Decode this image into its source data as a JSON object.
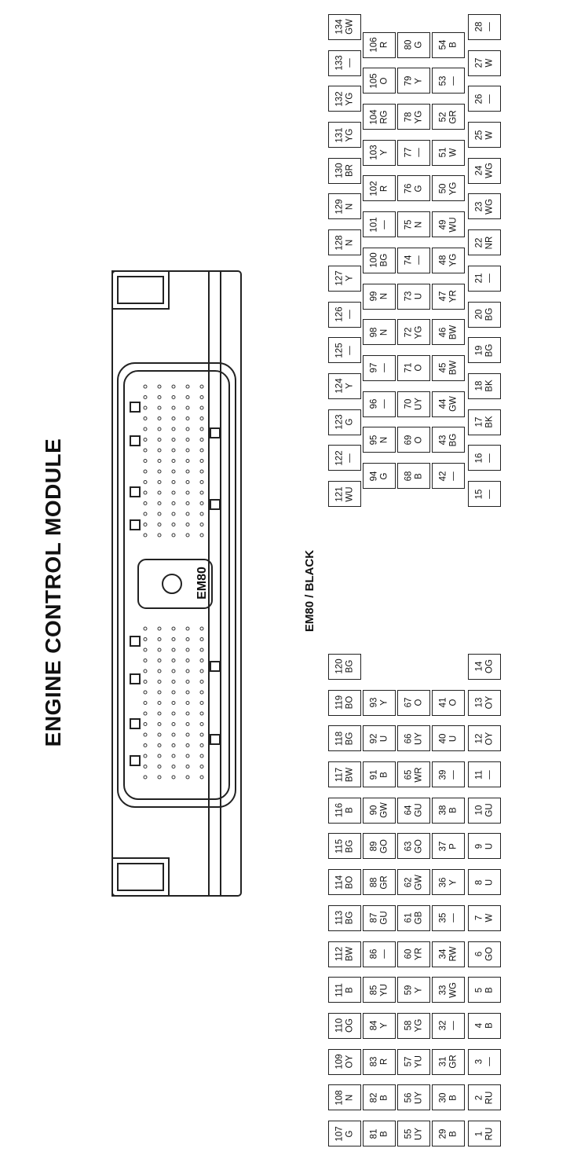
{
  "title": "ENGINE CONTROL MODULE",
  "connector_label": "EM80",
  "subtitle": "EM80 / BLACK",
  "pins": [
    {
      "n": "1",
      "c": "RU"
    },
    {
      "n": "2",
      "c": "RU"
    },
    {
      "n": "3",
      "c": "—"
    },
    {
      "n": "4",
      "c": "B"
    },
    {
      "n": "5",
      "c": "B"
    },
    {
      "n": "6",
      "c": "GO"
    },
    {
      "n": "7",
      "c": "W"
    },
    {
      "n": "8",
      "c": "U"
    },
    {
      "n": "9",
      "c": "U"
    },
    {
      "n": "10",
      "c": "GU"
    },
    {
      "n": "11",
      "c": "—"
    },
    {
      "n": "12",
      "c": "OY"
    },
    {
      "n": "13",
      "c": "OY"
    },
    {
      "n": "14",
      "c": "OG"
    },
    {
      "n": "15",
      "c": "—"
    },
    {
      "n": "16",
      "c": "—"
    },
    {
      "n": "17",
      "c": "BK"
    },
    {
      "n": "18",
      "c": "BK"
    },
    {
      "n": "19",
      "c": "BG"
    },
    {
      "n": "20",
      "c": "BG"
    },
    {
      "n": "21",
      "c": "—"
    },
    {
      "n": "22",
      "c": "NR"
    },
    {
      "n": "23",
      "c": "WG"
    },
    {
      "n": "24",
      "c": "WG"
    },
    {
      "n": "25",
      "c": "W"
    },
    {
      "n": "26",
      "c": "—"
    },
    {
      "n": "27",
      "c": "W"
    },
    {
      "n": "28",
      "c": "—"
    },
    {
      "n": "29",
      "c": "B"
    },
    {
      "n": "30",
      "c": "B"
    },
    {
      "n": "31",
      "c": "GR"
    },
    {
      "n": "32",
      "c": "—"
    },
    {
      "n": "33",
      "c": "WG"
    },
    {
      "n": "34",
      "c": "RW"
    },
    {
      "n": "35",
      "c": "—"
    },
    {
      "n": "36",
      "c": "Y"
    },
    {
      "n": "37",
      "c": "P"
    },
    {
      "n": "38",
      "c": "B"
    },
    {
      "n": "39",
      "c": "—"
    },
    {
      "n": "40",
      "c": "U"
    },
    {
      "n": "41",
      "c": "O"
    },
    {
      "n": "42",
      "c": "—"
    },
    {
      "n": "43",
      "c": "BG"
    },
    {
      "n": "44",
      "c": "GW"
    },
    {
      "n": "45",
      "c": "BW"
    },
    {
      "n": "46",
      "c": "BW"
    },
    {
      "n": "47",
      "c": "YR"
    },
    {
      "n": "48",
      "c": "YG"
    },
    {
      "n": "49",
      "c": "WU"
    },
    {
      "n": "50",
      "c": "YG"
    },
    {
      "n": "51",
      "c": "W"
    },
    {
      "n": "52",
      "c": "GR"
    },
    {
      "n": "53",
      "c": "—"
    },
    {
      "n": "54",
      "c": "B"
    },
    {
      "n": "55",
      "c": "UY"
    },
    {
      "n": "56",
      "c": "UY"
    },
    {
      "n": "57",
      "c": "YU"
    },
    {
      "n": "58",
      "c": "YG"
    },
    {
      "n": "59",
      "c": "Y"
    },
    {
      "n": "60",
      "c": "YR"
    },
    {
      "n": "61",
      "c": "GB"
    },
    {
      "n": "62",
      "c": "GW"
    },
    {
      "n": "63",
      "c": "GO"
    },
    {
      "n": "64",
      "c": "GU"
    },
    {
      "n": "65",
      "c": "WR"
    },
    {
      "n": "66",
      "c": "UY"
    },
    {
      "n": "67",
      "c": "O"
    },
    {
      "n": "68",
      "c": "B"
    },
    {
      "n": "69",
      "c": "O"
    },
    {
      "n": "70",
      "c": "UY"
    },
    {
      "n": "71",
      "c": "O"
    },
    {
      "n": "72",
      "c": "YG"
    },
    {
      "n": "73",
      "c": "U"
    },
    {
      "n": "74",
      "c": "—"
    },
    {
      "n": "75",
      "c": "N"
    },
    {
      "n": "76",
      "c": "G"
    },
    {
      "n": "77",
      "c": "—"
    },
    {
      "n": "78",
      "c": "YG"
    },
    {
      "n": "79",
      "c": "Y"
    },
    {
      "n": "80",
      "c": "G"
    },
    {
      "n": "81",
      "c": "B"
    },
    {
      "n": "82",
      "c": "B"
    },
    {
      "n": "83",
      "c": "R"
    },
    {
      "n": "84",
      "c": "Y"
    },
    {
      "n": "85",
      "c": "YU"
    },
    {
      "n": "86",
      "c": "—"
    },
    {
      "n": "87",
      "c": "GU"
    },
    {
      "n": "88",
      "c": "GR"
    },
    {
      "n": "89",
      "c": "GO"
    },
    {
      "n": "90",
      "c": "GW"
    },
    {
      "n": "91",
      "c": "B"
    },
    {
      "n": "92",
      "c": "U"
    },
    {
      "n": "93",
      "c": "Y"
    },
    {
      "n": "94",
      "c": "G"
    },
    {
      "n": "95",
      "c": "N"
    },
    {
      "n": "96",
      "c": "—"
    },
    {
      "n": "97",
      "c": "—"
    },
    {
      "n": "98",
      "c": "N"
    },
    {
      "n": "99",
      "c": "N"
    },
    {
      "n": "100",
      "c": "BG"
    },
    {
      "n": "101",
      "c": "—"
    },
    {
      "n": "102",
      "c": "R"
    },
    {
      "n": "103",
      "c": "Y"
    },
    {
      "n": "104",
      "c": "RG"
    },
    {
      "n": "105",
      "c": "O"
    },
    {
      "n": "106",
      "c": "R"
    },
    {
      "n": "107",
      "c": "G"
    },
    {
      "n": "108",
      "c": "N"
    },
    {
      "n": "109",
      "c": "OY"
    },
    {
      "n": "110",
      "c": "OG"
    },
    {
      "n": "111",
      "c": "B"
    },
    {
      "n": "112",
      "c": "BW"
    },
    {
      "n": "113",
      "c": "BG"
    },
    {
      "n": "114",
      "c": "BO"
    },
    {
      "n": "115",
      "c": "BG"
    },
    {
      "n": "116",
      "c": "B"
    },
    {
      "n": "117",
      "c": "BW"
    },
    {
      "n": "118",
      "c": "BG"
    },
    {
      "n": "119",
      "c": "BO"
    },
    {
      "n": "120",
      "c": "BG"
    },
    {
      "n": "121",
      "c": "WU"
    },
    {
      "n": "122",
      "c": "—"
    },
    {
      "n": "123",
      "c": "G"
    },
    {
      "n": "124",
      "c": "Y"
    },
    {
      "n": "125",
      "c": "—"
    },
    {
      "n": "126",
      "c": "—"
    },
    {
      "n": "127",
      "c": "Y"
    },
    {
      "n": "128",
      "c": "N"
    },
    {
      "n": "129",
      "c": "N"
    },
    {
      "n": "130",
      "c": "BR"
    },
    {
      "n": "131",
      "c": "YG"
    },
    {
      "n": "132",
      "c": "YG"
    },
    {
      "n": "133",
      "c": "—"
    },
    {
      "n": "134",
      "c": "GW"
    }
  ]
}
